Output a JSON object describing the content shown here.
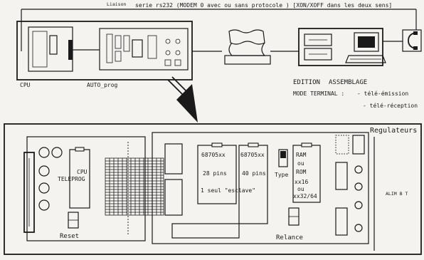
{
  "header": {
    "prefix": "Liaison",
    "text": "serie rs232 (MODEM 0 avec ou sans protocole ) [XON/XOFF dans les deux sens]"
  },
  "top": {
    "cpu_label": "CPU",
    "auto_prog_label": "AUTO_prog",
    "edition_label": "EDITION",
    "assemblage_label": "ASSEMBLAGE",
    "mode_terminal_label": "MODE TERMINAL :",
    "modes": [
      "- télé-émission",
      "- télé-réception"
    ]
  },
  "board": {
    "regulateurs_label": "Regulateurs",
    "cpu_teleprog_line1": "CPU",
    "cpu_teleprog_line2": "TELEPROG",
    "reset_label": "Reset",
    "relance_label": "Relance",
    "chip1": {
      "name": "68705xx",
      "pins": "28 pins",
      "note": "1 seul \"esclave\""
    },
    "chip2": {
      "name": "68705xx",
      "pins": "40 pins"
    },
    "type_label": "Type",
    "memory": {
      "line1": "RAM",
      "line2": "ou",
      "line3": "ROM",
      "line4": "xx16",
      "line5": "ou",
      "line6": "xx32/64"
    },
    "alim_label": "ALIM  B T"
  }
}
